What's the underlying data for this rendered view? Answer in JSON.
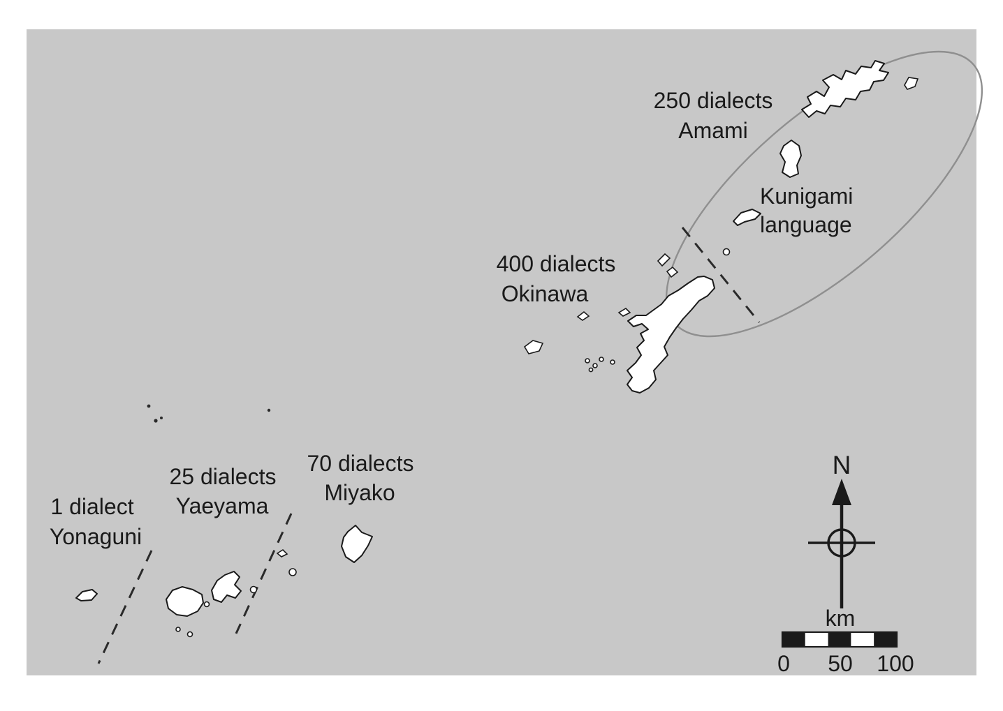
{
  "figure": {
    "type": "map",
    "background": {
      "page": "#ffffff",
      "map": "#c8c8c8"
    },
    "colors": {
      "island_fill": "#ffffff",
      "island_outline": "#1a1a1a",
      "text": "#1a1a1a",
      "boundary_dash": "#2a2a2a",
      "kunigami_ellipse": "#8f8f8f"
    },
    "labels": {
      "amami": {
        "line1": "250 dialects",
        "line2": "Amami"
      },
      "kunigami": {
        "line1": "Kunigami",
        "line2": "language"
      },
      "okinawa": {
        "line1": "400 dialects",
        "line2": "Okinawa"
      },
      "miyako": {
        "line1": "70 dialects",
        "line2": "Miyako"
      },
      "yaeyama": {
        "line1": "25 dialects",
        "line2": "Yaeyama"
      },
      "yonaguni": {
        "line1": "1 dialect",
        "line2": "Yonaguni"
      }
    },
    "compass": {
      "north": "N"
    },
    "scale_bar": {
      "unit": "km",
      "ticks": [
        "0",
        "50",
        "100"
      ]
    }
  }
}
